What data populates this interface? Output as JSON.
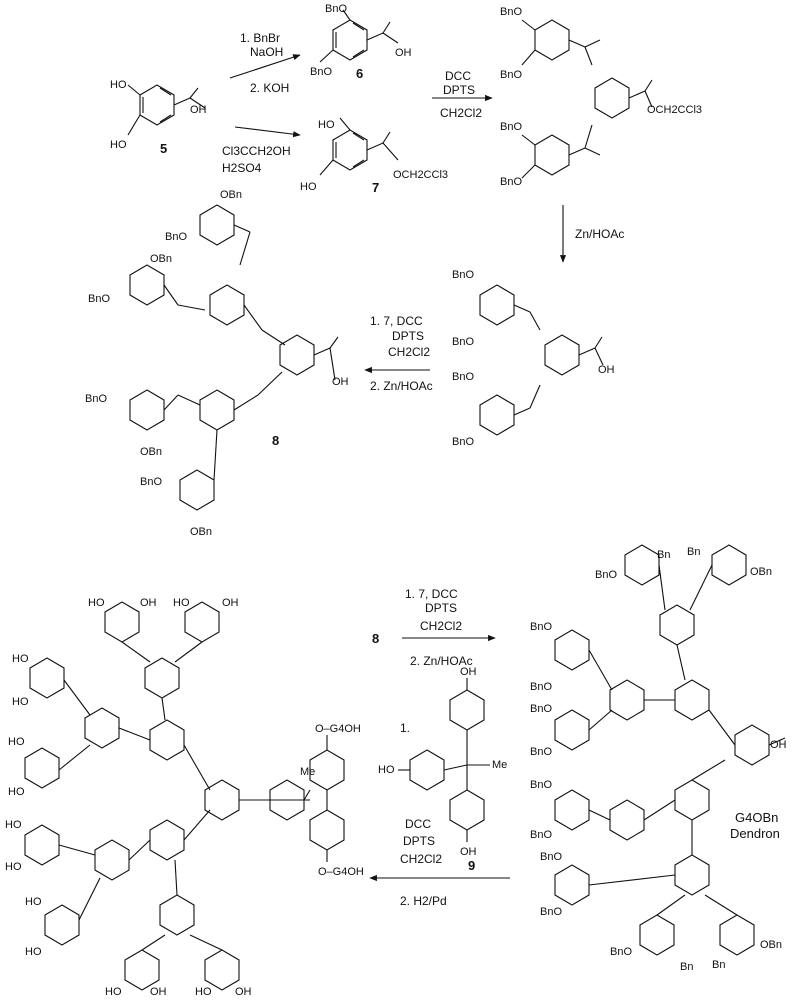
{
  "compounds": {
    "c5": {
      "number": "5",
      "groups": [
        "HO",
        "HO",
        "OH"
      ]
    },
    "c6": {
      "number": "6",
      "groups": [
        "BnO",
        "BnO",
        "OH"
      ]
    },
    "c7": {
      "number": "7",
      "groups": [
        "HO",
        "HO",
        "OCH2CCl3"
      ]
    },
    "c8": {
      "number": "8"
    },
    "c9": {
      "number": "9"
    }
  },
  "reagents": {
    "step1a": [
      "1. BnBr",
      "NaOH",
      "2. KOH"
    ],
    "step1b": [
      "Cl3CCH2OH",
      "H2SO4"
    ],
    "coupling": [
      "DCC",
      "DPTS",
      "CH2Cl2"
    ],
    "deprotect": "Zn/HOAc",
    "iterate": [
      "1. 7, DCC",
      "DPTS",
      "CH2Cl2",
      "2. Zn/HOAc"
    ],
    "iterate2": [
      "1. 7, DCC",
      "DPTS",
      "CH2Cl2",
      "2. Zn/HOAc"
    ],
    "core": [
      "1.",
      "DCC",
      "DPTS",
      "CH2Cl2",
      "2. H2/Pd"
    ]
  },
  "labels": {
    "bno": "BnO",
    "obn": "OBn",
    "oh": "OH",
    "ho": "HO",
    "bn": "Bn",
    "o": "O",
    "ester_tce": "OCH2CCl3",
    "me": "Me",
    "g4oh": "O–G4OH",
    "g4obn": "G4OBn",
    "dendron": "Dendron",
    "product_num": "8"
  }
}
